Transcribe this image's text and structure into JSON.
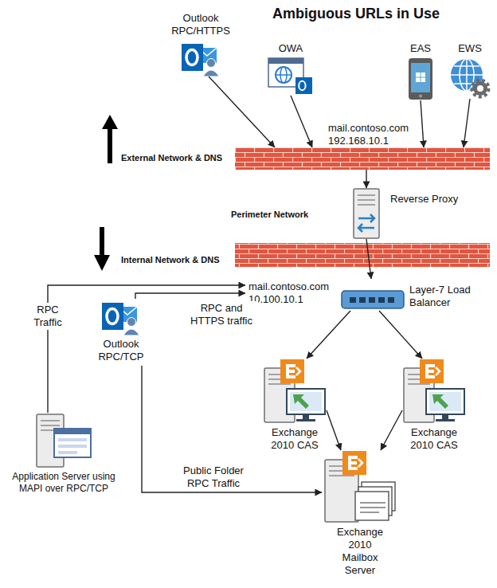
{
  "diagram": {
    "title": "Ambiguous URLs in Use",
    "nodes": [
      {
        "text": [
          "Outlook RPC/HTTPS"
        ]
      },
      {
        "text": [
          "OWA"
        ]
      },
      {
        "text": [
          "EAS"
        ]
      },
      {
        "text": [
          "EWS"
        ]
      },
      {
        "text": [
          "mail.contoso.com 192.168.10.1"
        ]
      },
      {
        "text": [
          "Reverse Proxy"
        ]
      },
      {
        "text": [
          "mail.contoso.com 10.100.10.1",
          "Layer-7 Load Balancer"
        ]
      },
      {
        "text": [
          "Outlook RPC/TCP"
        ]
      },
      {
        "text": [
          "Application Server using MAPI over RPC/TCP"
        ]
      },
      {
        "text": [
          "Exchange 2010 CAS"
        ]
      },
      {
        "text": [
          "Exchange 2010 CAS"
        ]
      },
      {
        "text": [
          "Exchange 2010 Mailbox Server"
        ]
      }
    ],
    "edges": [
      {
        "from": 0,
        "to": 4,
        "arrow": "to"
      },
      {
        "from": 1,
        "to": 4,
        "arrow": "to"
      },
      {
        "from": 2,
        "to": 4,
        "arrow": "to"
      },
      {
        "from": 3,
        "to": 4,
        "arrow": "to"
      },
      {
        "from": 4,
        "to": 5,
        "arrow": "to"
      },
      {
        "from": 5,
        "to": 6,
        "arrow": "to"
      },
      {
        "from": 7,
        "to": 6,
        "label": "RPC and HTTPS traffic",
        "arrow": "to"
      },
      {
        "from": 8,
        "to": 6,
        "label": "RPC Traffic",
        "arrow": "to"
      },
      {
        "from": 7,
        "to": 11,
        "label": "Public Folder RPC Traffic",
        "arrow": "to"
      },
      {
        "from": 6,
        "to": 9,
        "arrow": "to"
      },
      {
        "from": 6,
        "to": 10,
        "arrow": "to"
      },
      {
        "from": 9,
        "to": 11,
        "arrow": "to"
      },
      {
        "from": 10,
        "to": 11,
        "arrow": "to"
      }
    ],
    "labels": [
      "External Network & DNS",
      "Perimeter Network",
      "Internal Network & DNS"
    ]
  }
}
